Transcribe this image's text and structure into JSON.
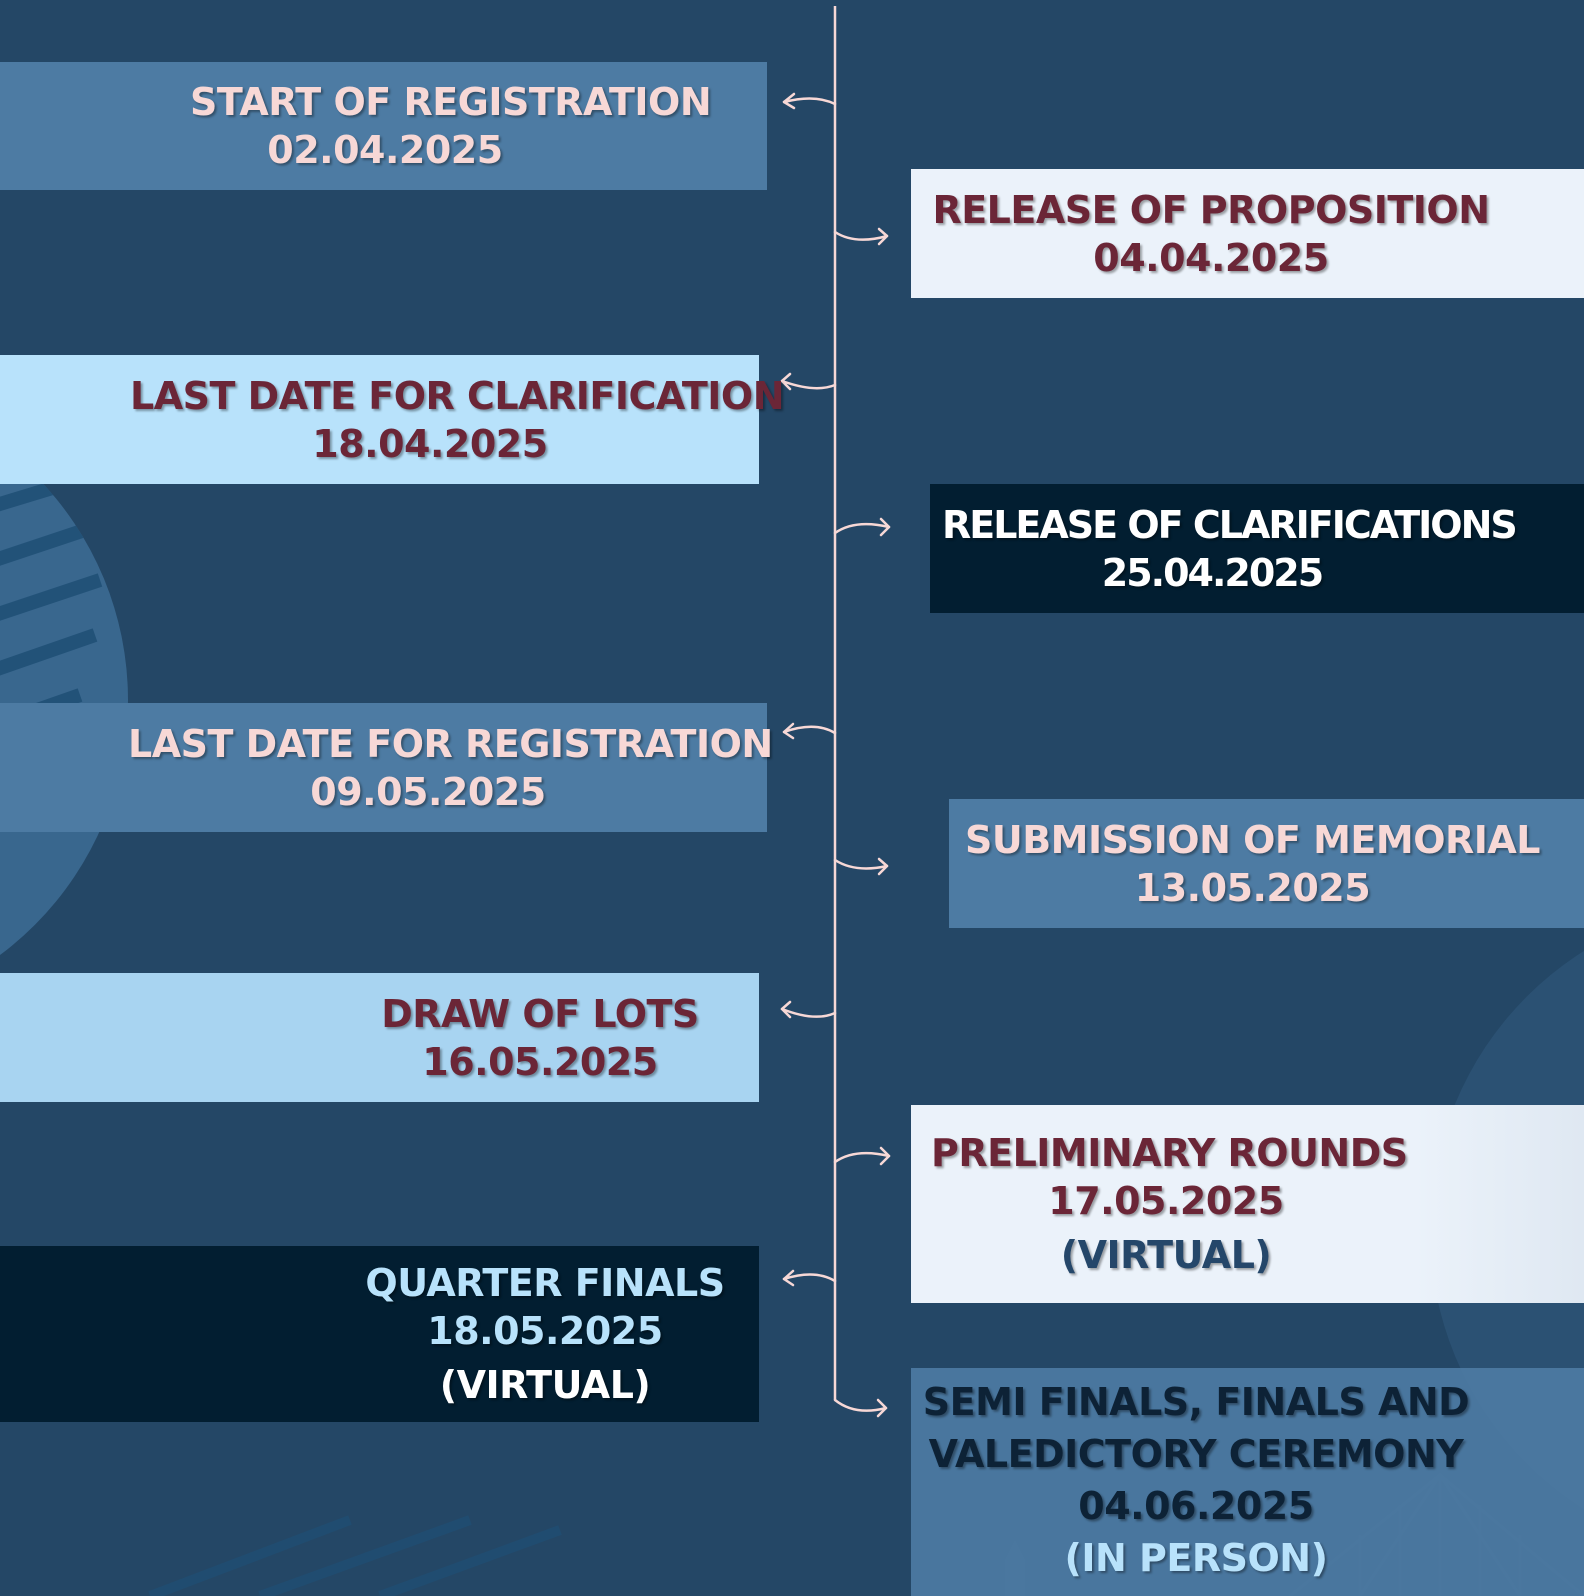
{
  "timeline": {
    "events": [
      {
        "id": "start-registration",
        "title": "START OF REGISTRATION",
        "date": "02.04.2025",
        "note": ""
      },
      {
        "id": "release-proposition",
        "title": "RELEASE OF PROPOSITION",
        "date": "04.04.2025",
        "note": ""
      },
      {
        "id": "last-date-clarification",
        "title": "LAST DATE FOR CLARIFICATION",
        "date": "18.04.2025",
        "note": ""
      },
      {
        "id": "release-clarifications",
        "title": "RELEASE OF CLARIFICATIONS",
        "date": "25.04.2025",
        "note": ""
      },
      {
        "id": "last-date-registration",
        "title": "LAST DATE FOR REGISTRATION",
        "date": "09.05.2025",
        "note": ""
      },
      {
        "id": "submission-memorial",
        "title": "SUBMISSION OF MEMORIAL",
        "date": "13.05.2025",
        "note": ""
      },
      {
        "id": "draw-of-lots",
        "title": "DRAW OF LOTS",
        "date": "16.05.2025",
        "note": ""
      },
      {
        "id": "preliminary-rounds",
        "title": "PRELIMINARY ROUNDS",
        "date": "17.05.2025",
        "note": "(VIRTUAL)"
      },
      {
        "id": "quarter-finals",
        "title": "QUARTER FINALS",
        "date": "18.05.2025",
        "note": "(VIRTUAL)"
      },
      {
        "id": "semi-finals",
        "title": "SEMI FINALS, FINALS AND",
        "title2": "VALEDICTORY CEREMONY",
        "date": "04.06.2025",
        "note": "(IN PERSON)"
      }
    ]
  },
  "colors": {
    "background": "#244766",
    "connector": "#f7d8d6",
    "maroon": "#6b2637",
    "pink": "#f7d8d6",
    "sky": "#b8e2fb",
    "dark": "#021e31",
    "mid": "#4d7ba3"
  }
}
